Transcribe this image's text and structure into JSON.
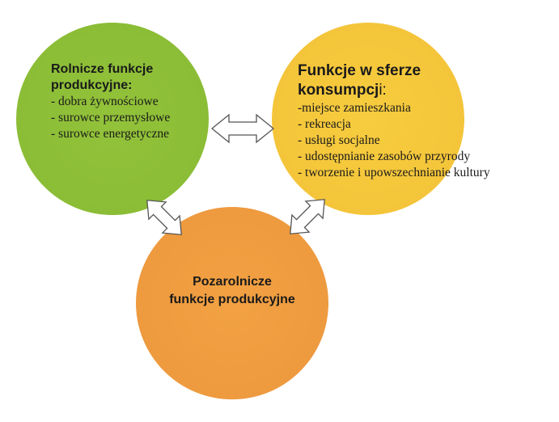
{
  "diagram": {
    "agricultural": {
      "title_lines": [
        "Rolnicze funkcje",
        "produkcyjne:"
      ],
      "items": [
        "- dobra żywnościowe",
        "- surowce przemysłowe",
        "- surowce energetyczne"
      ],
      "color": "#8bbd36"
    },
    "consumption": {
      "title_line1": "Funkcje w sferze",
      "title_line2_bold": "konsumpcj",
      "title_line2_rest": "i:",
      "items": [
        "-miejsce zamieszkania",
        "- rekreacja",
        "- usługi socjalne",
        "- udostępnianie zasobów przyrody",
        "- tworzenie i upowszechnianie kultury"
      ],
      "color": "#f4c53a"
    },
    "non_agricultural": {
      "title_lines": [
        "Pozarolnicze",
        "funkcje produkcyjne"
      ],
      "color": "#ee9a3f"
    },
    "arrows": [
      {
        "from": "agricultural",
        "to": "consumption",
        "type": "double-headed"
      },
      {
        "from": "agricultural",
        "to": "non_agricultural",
        "type": "double-headed"
      },
      {
        "from": "consumption",
        "to": "non_agricultural",
        "type": "double-headed"
      }
    ]
  }
}
